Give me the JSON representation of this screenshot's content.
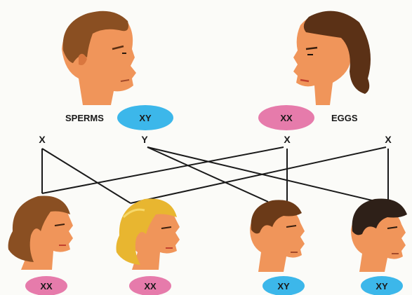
{
  "parents": {
    "father": {
      "label": "SPERMS",
      "chromosomes": "XY",
      "pill_color": "#3cb7ea"
    },
    "mother": {
      "label": "EGGS",
      "chromosomes": "XX",
      "pill_color": "#e67bab"
    }
  },
  "gametes": {
    "sperm": [
      "X",
      "Y"
    ],
    "egg": [
      "X",
      "X"
    ]
  },
  "children": [
    {
      "chromosomes": "XX",
      "pill_color": "#e67bab",
      "hair": "brown"
    },
    {
      "chromosomes": "XX",
      "pill_color": "#e67bab",
      "hair": "blonde"
    },
    {
      "chromosomes": "XY",
      "pill_color": "#3cb7ea",
      "hair": "brown"
    },
    {
      "chromosomes": "XY",
      "pill_color": "#3cb7ea",
      "hair": "dark"
    }
  ],
  "colors": {
    "skin": "#f0955a",
    "skin_shadow": "#d9773f",
    "text_on_pill": "#1a1a1a",
    "lines": "#1a1a1a"
  }
}
